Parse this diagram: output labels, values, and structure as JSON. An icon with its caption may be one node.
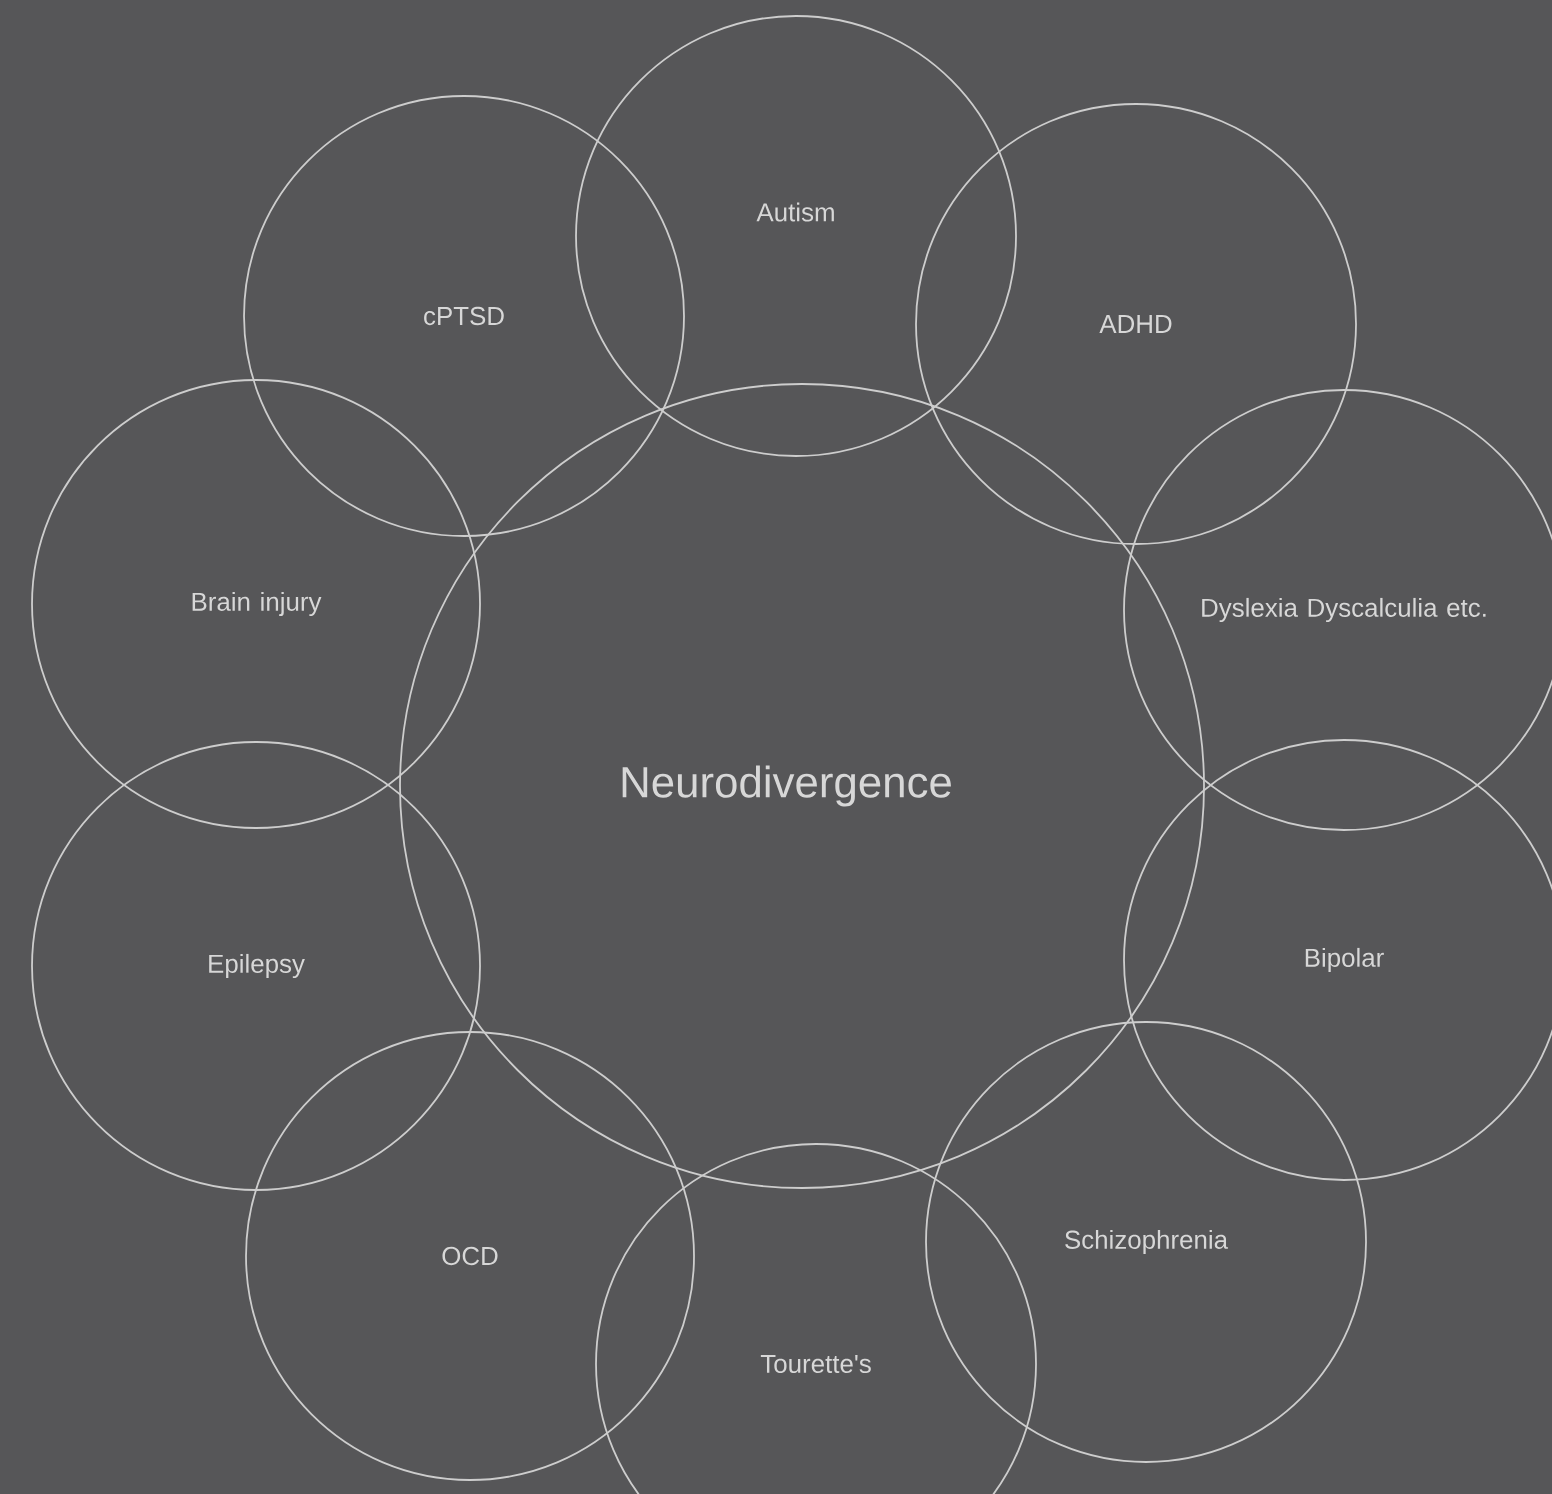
{
  "diagram": {
    "nodes": [
      {
        "text": [
          "Neurodivergence"
        ]
      },
      {
        "text": [
          "Autism"
        ]
      },
      {
        "text": [
          "ADHD"
        ]
      },
      {
        "text": [
          "Dyslexia Dyscalculia etc."
        ]
      },
      {
        "text": [
          "Bipolar"
        ]
      },
      {
        "text": [
          "Schizophrenia"
        ]
      },
      {
        "text": [
          "Tourette's"
        ]
      },
      {
        "text": [
          "OCD"
        ]
      },
      {
        "text": [
          "Epilepsy"
        ]
      },
      {
        "text": [
          "Brain injury"
        ]
      },
      {
        "text": [
          "cPTSD"
        ]
      }
    ]
  }
}
